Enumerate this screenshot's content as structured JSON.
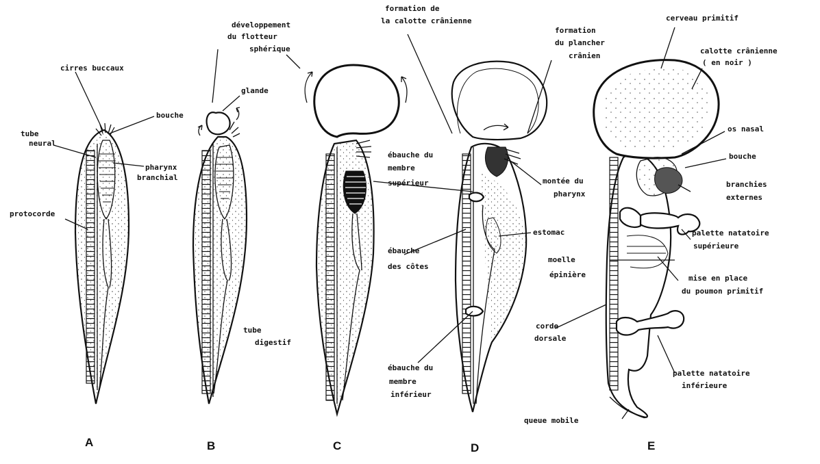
{
  "panels": [
    "A",
    "B",
    "C",
    "D",
    "E"
  ],
  "labels": {
    "cirres_buccaux": "cirres buccaux",
    "bouche_a": "bouche",
    "tube_neural_1": "tube",
    "tube_neural_2": "neural",
    "pharynx_branchial_1": "pharynx",
    "pharynx_branchial_2": "branchial",
    "protocorde": "protocorde",
    "developpement_1": "développement",
    "developpement_2": "du flotteur",
    "developpement_3": "sphérique",
    "glande": "glande",
    "tube_digestif_1": "tube",
    "tube_digestif_2": "digestif",
    "calotte_formation_1": "formation de",
    "calotte_formation_2": "la calotte crânienne",
    "plancher_1": "formation",
    "plancher_2": "du plancher",
    "plancher_3": "crânien",
    "ebauche_sup_1": "ébauche du",
    "ebauche_sup_2": "membre",
    "ebauche_sup_3": "supérieur",
    "montee_1": "montée du",
    "montee_2": "pharynx",
    "ebauche_cotes_1": "ébauche",
    "ebauche_cotes_2": "des côtes",
    "estomac": "estomac",
    "ebauche_inf_1": "ébauche du",
    "ebauche_inf_2": "membre",
    "ebauche_inf_3": "inférieur",
    "cerveau": "cerveau primitif",
    "calotte_noir_1": "calotte crânienne",
    "calotte_noir_2": "( en noir )",
    "os_nasal": "os nasal",
    "bouche_e": "bouche",
    "branchies_1": "branchies",
    "branchies_2": "externes",
    "palette_sup_1": "palette natatoire",
    "palette_sup_2": "supérieure",
    "moelle_1": "moelle",
    "moelle_2": "épinière",
    "poumon_1": "mise en place",
    "poumon_2": "du poumon primitif",
    "corde_1": "corde",
    "corde_2": "dorsale",
    "palette_inf_1": "palette natatoire",
    "palette_inf_2": "inférieure",
    "queue": "queue mobile"
  }
}
